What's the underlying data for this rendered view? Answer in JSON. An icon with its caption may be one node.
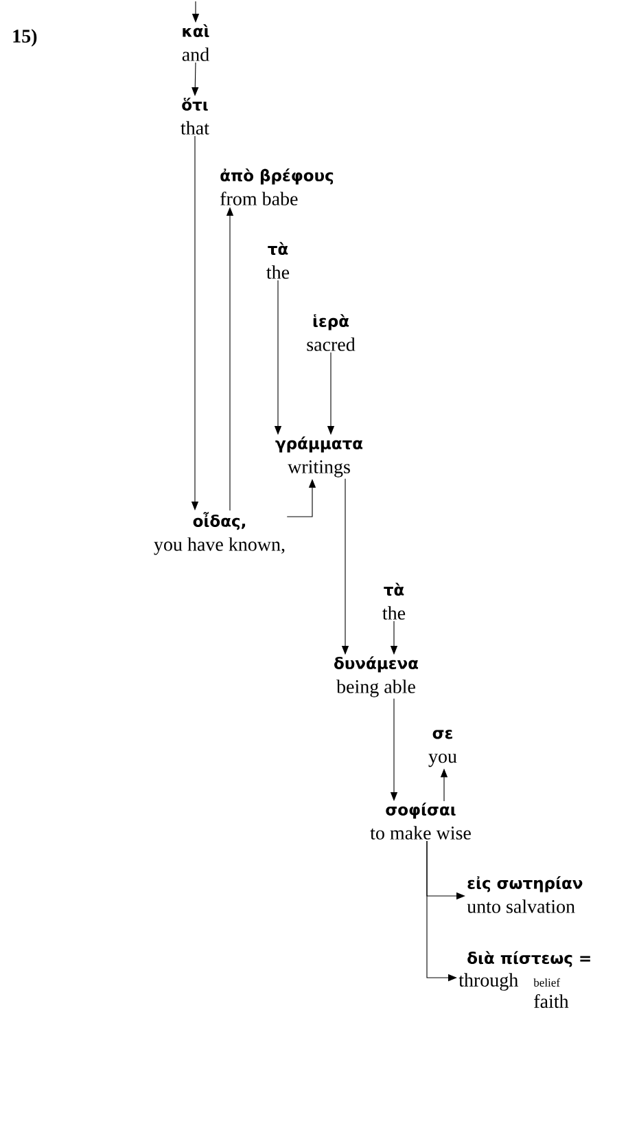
{
  "diagram": {
    "nodes": [
      {
        "text": [
          "καὶ",
          "and"
        ]
      },
      {
        "text": [
          "ὅτι",
          "that"
        ]
      },
      {
        "text": [
          "ἀπὸ βρέφους",
          "from    babe"
        ]
      },
      {
        "text": [
          "τὰ",
          "the"
        ]
      },
      {
        "text": [
          "ἱερὰ",
          "sacred"
        ]
      },
      {
        "text": [
          "γράμματα",
          "writings"
        ]
      },
      {
        "text": [
          "οἶδας,",
          "you have known,"
        ]
      },
      {
        "text": [
          "τὰ",
          "the"
        ]
      },
      {
        "text": [
          "δυνάμενα",
          "being able"
        ]
      },
      {
        "text": [
          "σε",
          "you"
        ]
      },
      {
        "text": [
          "σοφίσαι",
          "to make wise"
        ]
      },
      {
        "text": [
          "εἰς σωτηρίαν",
          "unto  salvation"
        ]
      },
      {
        "text": [
          "διὰ πίστεως =",
          "through",
          "belief",
          "faith"
        ]
      }
    ],
    "edges": [
      {
        "from": null,
        "to": 0,
        "arrow": "to"
      },
      {
        "from": 0,
        "to": 1,
        "arrow": "to"
      },
      {
        "from": 1,
        "to": 6,
        "arrow": "to"
      },
      {
        "from": 6,
        "to": 2,
        "arrow": "to"
      },
      {
        "from": 3,
        "to": 5,
        "arrow": "to"
      },
      {
        "from": 4,
        "to": 5,
        "arrow": "to"
      },
      {
        "from": 6,
        "to": 5,
        "arrow": "to"
      },
      {
        "from": 5,
        "to": 8,
        "arrow": "to"
      },
      {
        "from": 7,
        "to": 8,
        "arrow": "to"
      },
      {
        "from": 8,
        "to": 10,
        "arrow": "to"
      },
      {
        "from": 10,
        "to": 9,
        "arrow": "to"
      },
      {
        "from": 10,
        "to": 11,
        "arrow": "to"
      },
      {
        "from": 10,
        "to": 12,
        "arrow": "to"
      }
    ],
    "labels": [
      "15)"
    ]
  }
}
